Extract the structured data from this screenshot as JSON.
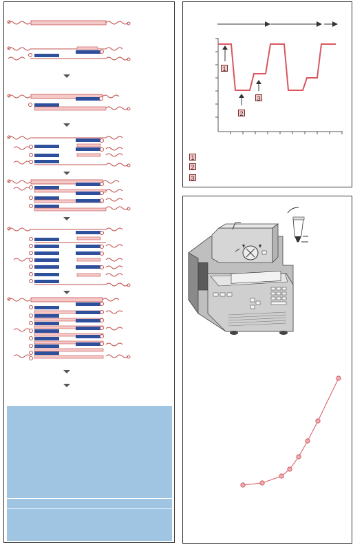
{
  "steps": {
    "step1": "1",
    "step2": "2",
    "step3": "3"
  },
  "legend": {
    "item1": "1",
    "item2": "2",
    "item3": "3"
  },
  "colors": {
    "template": "#f6c9c9",
    "template_border": "#c0504d",
    "primer": "#2e4f9c",
    "strand": "#c0504d",
    "info_box": "#9fc5e3",
    "temp_line": "#d9565f",
    "curve_point": "#f4a7b3"
  },
  "icons": {
    "arrow": "down-triangle-icon",
    "thermal_cycler": "thermal-cycler-illustration",
    "tube": "pcr-tube-icon"
  }
}
